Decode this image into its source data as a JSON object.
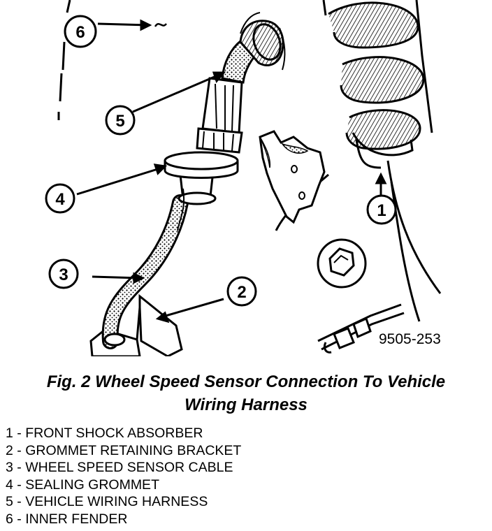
{
  "figure": {
    "reference_code": "9505-253",
    "caption_line1": "Fig. 2 Wheel Speed Sensor Connection To Vehicle",
    "caption_line2": "Wiring Harness"
  },
  "callouts": [
    {
      "number": "1",
      "label": "FRONT SHOCK ABSORBER"
    },
    {
      "number": "2",
      "label": "GROMMET RETAINING BRACKET"
    },
    {
      "number": "3",
      "label": "WHEEL SPEED SENSOR CABLE"
    },
    {
      "number": "4",
      "label": "SEALING GROMMET"
    },
    {
      "number": "5",
      "label": "VEHICLE WIRING HARNESS"
    },
    {
      "number": "6",
      "label": "INNER FENDER"
    }
  ],
  "legend_separator": "-"
}
